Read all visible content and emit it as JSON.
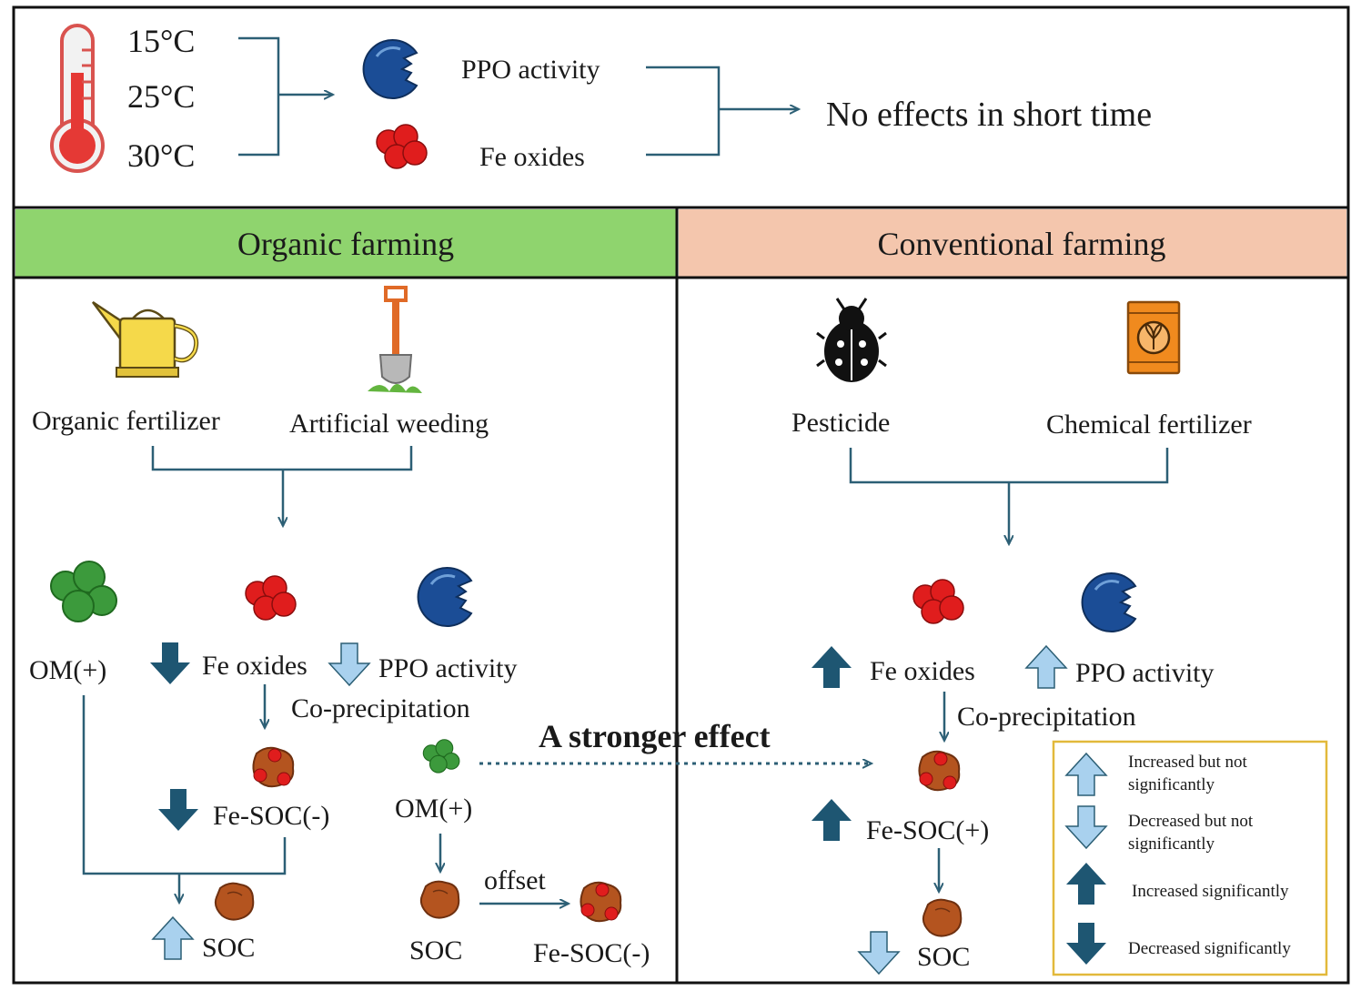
{
  "top": {
    "temps": [
      "15°C",
      "25°C",
      "30°C"
    ],
    "ppo_label": "PPO activity",
    "fe_label": "Fe oxides",
    "result": "No effects in short time"
  },
  "organic": {
    "header": "Organic farming",
    "fertilizer": "Organic fertilizer",
    "weeding": "Artificial weeding",
    "om1": "OM(+)",
    "fe_oxides": "Fe oxides",
    "ppo": "PPO activity",
    "coprecip": "Co-precipitation",
    "fesoc1": "Fe-SOC(-)",
    "om2": "OM(+)",
    "soc1": "SOC",
    "soc2": "SOC",
    "offset": "offset",
    "fesoc2": "Fe-SOC(-)"
  },
  "stronger": "A stronger effect",
  "conventional": {
    "header": "Conventional farming",
    "pesticide": "Pesticide",
    "chem_fert": "Chemical fertilizer",
    "fe_oxides": "Fe oxides",
    "ppo": "PPO activity",
    "coprecip": "Co-precipitation",
    "fesoc": "Fe-SOC(+)",
    "soc": "SOC"
  },
  "legend": {
    "inc_ns_1": "Increased but not",
    "inc_ns_2": "significantly",
    "dec_ns_1": "Decreased but not",
    "dec_ns_2": "significantly",
    "inc_s": "Increased significantly",
    "dec_s": "Decreased significantly"
  },
  "colors": {
    "green_header": "#8fd46e",
    "salmon_header": "#f4c6ad",
    "line": "#2c5f75",
    "arrow_dark": "#1e5672",
    "arrow_light": "#a9d1ee",
    "fe_red": "#e01d1d",
    "om_green": "#3c9a3c",
    "soc_brown": "#b4541f",
    "ppo_blue": "#1b4d96",
    "legend_border": "#e2b93b"
  }
}
